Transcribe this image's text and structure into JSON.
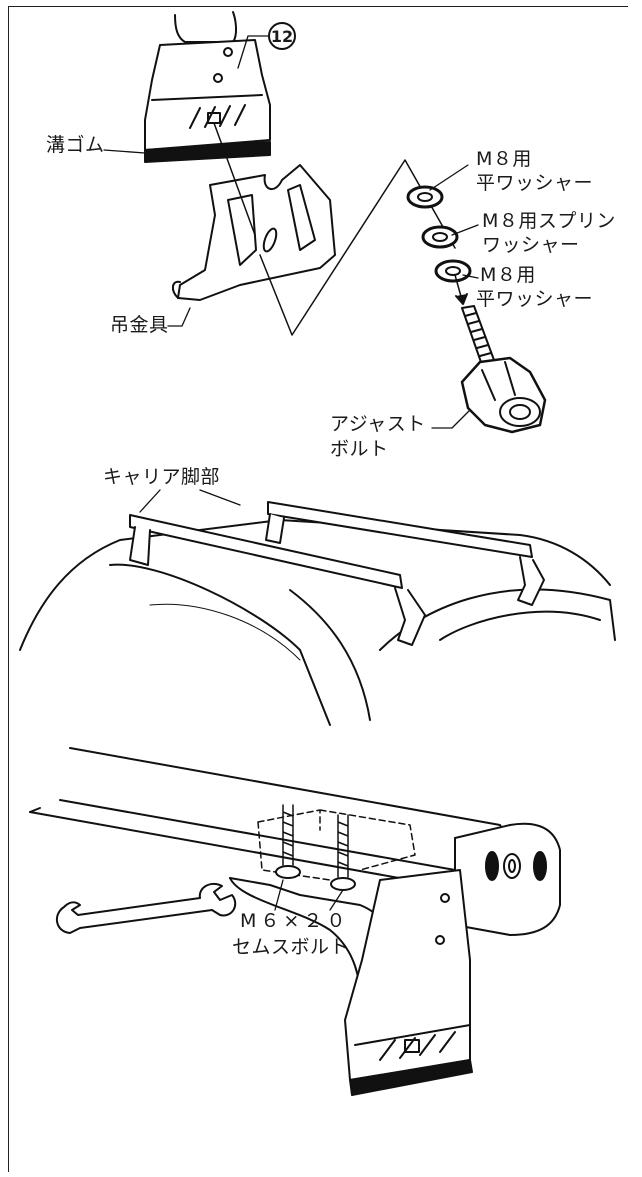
{
  "callouts": {
    "part_number": "12",
    "groove_rubber": "溝ゴム",
    "hanging_bracket": "吊金具",
    "flat_washer_top": [
      "M８用",
      "平ワッシャー"
    ],
    "spring_washer": [
      "M８用スプリン",
      "ワッシャー"
    ],
    "flat_washer_bottom": [
      "M８用",
      "平ワッシャー"
    ],
    "adjust_bolt": [
      "アジャスト",
      "ボルト"
    ],
    "carrier_leg": "キャリア脚部",
    "sems_bolt": [
      "M６×２０",
      "セムスボルト"
    ]
  },
  "icons": [
    "wrench-icon",
    "bolt-icon",
    "washer-icon",
    "knob-icon"
  ]
}
